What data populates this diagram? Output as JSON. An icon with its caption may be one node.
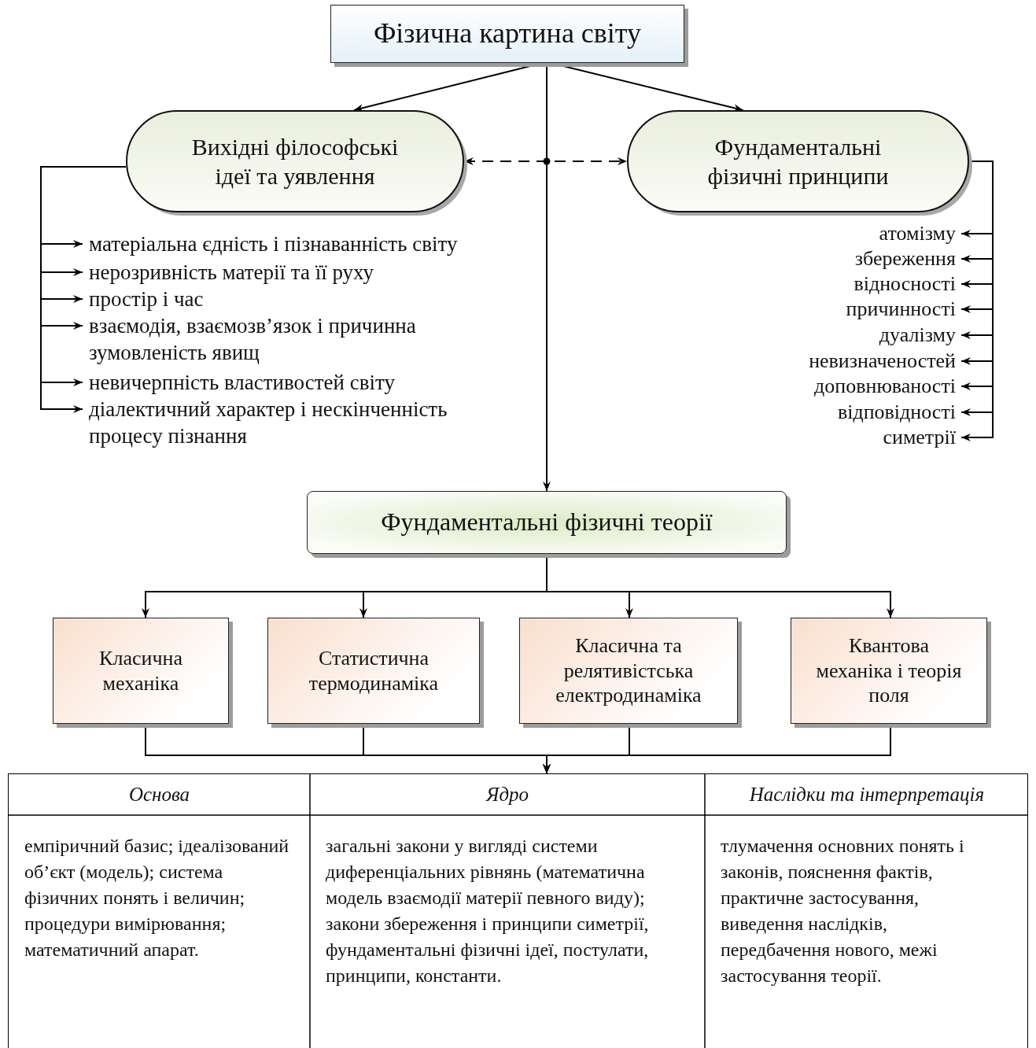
{
  "diagram": {
    "nodes": [
      {
        "text": [
          "Фізична картина світу"
        ]
      },
      {
        "text": [
          "Вихідні філософські ідеї та уявлення"
        ]
      },
      {
        "text": [
          "Фундаментальні фізичні принципи"
        ]
      },
      {
        "text": [
          "матеріальна єдність і пізнаванність світу"
        ]
      },
      {
        "text": [
          "нерозривність матерії та її руху"
        ]
      },
      {
        "text": [
          "простір і час"
        ]
      },
      {
        "text": [
          "взаємодія, взаємозв’язок і причинна зумовленість явищ"
        ]
      },
      {
        "text": [
          "невичерпність властивостей світу"
        ]
      },
      {
        "text": [
          "діалектичний характер і нескінченність процесу пізнання"
        ]
      },
      {
        "text": [
          "атомізму"
        ]
      },
      {
        "text": [
          "збереження"
        ]
      },
      {
        "text": [
          "відносності"
        ]
      },
      {
        "text": [
          "причинності"
        ]
      },
      {
        "text": [
          "дуалізму"
        ]
      },
      {
        "text": [
          "невизначеностей"
        ]
      },
      {
        "text": [
          "доповнюваності"
        ]
      },
      {
        "text": [
          "відповідності"
        ]
      },
      {
        "text": [
          "симетрії"
        ]
      },
      {
        "text": [
          "Фундаментальні фізичні теорії"
        ]
      },
      {
        "text": [
          "Класична механіка"
        ]
      },
      {
        "text": [
          "Статистична термодинаміка"
        ]
      },
      {
        "text": [
          "Класична та релятивістська електродинаміка"
        ]
      },
      {
        "text": [
          "Квантова механіка і теорія поля"
        ]
      },
      {
        "text": [],
        "shape": "box"
      }
    ],
    "edges": [
      {
        "from": 0,
        "to": 1,
        "arrow": "to"
      },
      {
        "from": 0,
        "to": 2,
        "arrow": "to"
      },
      {
        "from": 0,
        "to": 18,
        "arrow": "to"
      },
      {
        "from": 1,
        "to": 2,
        "arrow": "both",
        "style": "dashed"
      },
      {
        "from": 1,
        "to": 3,
        "arrow": "to"
      },
      {
        "from": 1,
        "to": 4,
        "arrow": "to"
      },
      {
        "from": 1,
        "to": 5,
        "arrow": "to"
      },
      {
        "from": 1,
        "to": 6,
        "arrow": "to"
      },
      {
        "from": 1,
        "to": 7,
        "arrow": "to"
      },
      {
        "from": 1,
        "to": 8,
        "arrow": "to"
      },
      {
        "from": 2,
        "to": 9,
        "arrow": "to"
      },
      {
        "from": 2,
        "to": 10,
        "arrow": "to"
      },
      {
        "from": 2,
        "to": 11,
        "arrow": "to"
      },
      {
        "from": 2,
        "to": 12,
        "arrow": "to"
      },
      {
        "from": 2,
        "to": 13,
        "arrow": "to"
      },
      {
        "from": 2,
        "to": 14,
        "arrow": "to"
      },
      {
        "from": 2,
        "to": 15,
        "arrow": "to"
      },
      {
        "from": 2,
        "to": 16,
        "arrow": "to"
      },
      {
        "from": 2,
        "to": 17,
        "arrow": "to"
      },
      {
        "from": 18,
        "to": 19,
        "arrow": "to"
      },
      {
        "from": 18,
        "to": 20,
        "arrow": "to"
      },
      {
        "from": 18,
        "to": 21,
        "arrow": "to"
      },
      {
        "from": 18,
        "to": 22,
        "arrow": "to"
      },
      {
        "from": 19,
        "to": 23,
        "arrow": "to"
      },
      {
        "from": 20,
        "to": 23,
        "arrow": "to"
      },
      {
        "from": 21,
        "to": 23,
        "arrow": "to"
      },
      {
        "from": 22,
        "to": 23,
        "arrow": "to"
      }
    ],
    "labels": [
      "Основа",
      "Ядро",
      "Наслідки та інтерпретація",
      "емпіричний базис; ідеалізований об’єкт (модель); система фізичних понять і величин; процедури вимірювання; математичний апарат.",
      "загальні закони у вигляді системи диференціальних рівнянь (математична модель взаємодії матерії певного виду); закони збереження і принципи симетрії, фундаментальні фізичні ідеї, постулати, принципи, константи.",
      "тлумачення основних понять і законів, пояснення фактів, практичне застосування, виведення наслідків, передбачення нового, межі застосування теорії."
    ]
  }
}
